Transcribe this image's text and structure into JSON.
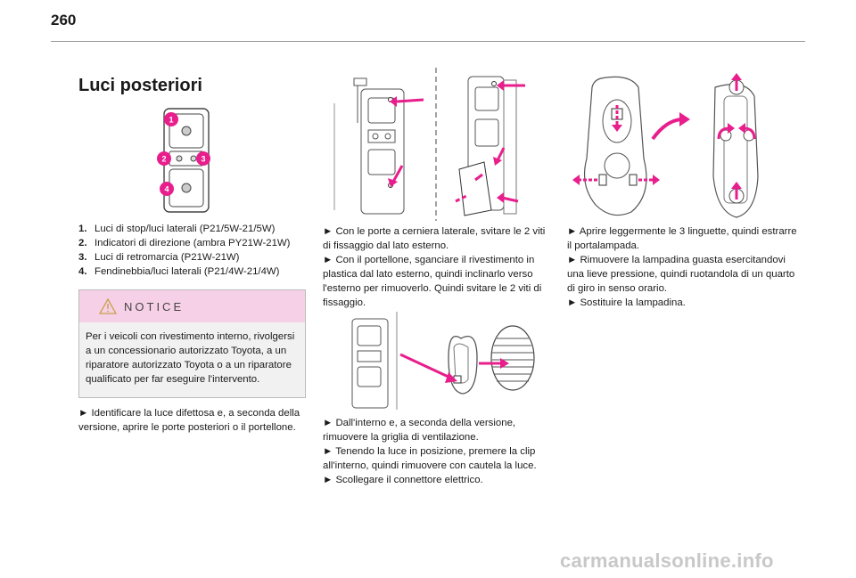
{
  "page_number": "260",
  "section_title": "Luci posteriori",
  "bulb_list": [
    {
      "num": "1.",
      "text": "Luci di stop/luci laterali (P21/5W-21/5W)"
    },
    {
      "num": "2.",
      "text": "Indicatori di direzione (ambra PY21W-21W)"
    },
    {
      "num": "3.",
      "text": "Luci di retromarcia (P21W-21W)"
    },
    {
      "num": "4.",
      "text": "Fendinebbia/luci laterali (P21/4W-21/4W)"
    }
  ],
  "diagram_markers": [
    "1",
    "2",
    "3",
    "4"
  ],
  "notice": {
    "title": "NOTICE",
    "body": "Per i veicoli con rivestimento interno, rivolgersi a un concessionario autorizzato Toyota, a un riparatore autorizzato Toyota o a un riparatore qualificato per far eseguire l'intervento."
  },
  "col1_step": "► Identificare la luce difettosa e, a seconda della versione, aprire le porte posteriori o il portellone.",
  "col2_steps_a": [
    "► Con le porte a cerniera laterale, svitare le 2 viti di fissaggio dal lato esterno.",
    "► Con il portellone, sganciare il rivestimento in plastica dal lato esterno, quindi inclinarlo verso l'esterno per rimuoverlo. Quindi svitare le 2 viti di fissaggio."
  ],
  "col2_steps_b": [
    "► Dall'interno e, a seconda della versione, rimuovere la griglia di ventilazione.",
    "► Tenendo la luce in posizione, premere la clip all'interno, quindi rimuovere con cautela la luce.",
    "► Scollegare il connettore elettrico."
  ],
  "col3_steps": [
    "► Aprire leggermente le 3 linguette, quindi estrarre il portalampada.",
    "► Rimuovere la lampadina guasta esercitandovi una lieve pressione, quindi ruotandola di un quarto di giro in senso orario.",
    "► Sostituire la lampadina."
  ],
  "footer_watermark": "carmanualsonline.info",
  "colors": {
    "accent": "#e81e8c",
    "notice_header": "#f6d0e6",
    "notice_bg": "#f1f1f1"
  }
}
